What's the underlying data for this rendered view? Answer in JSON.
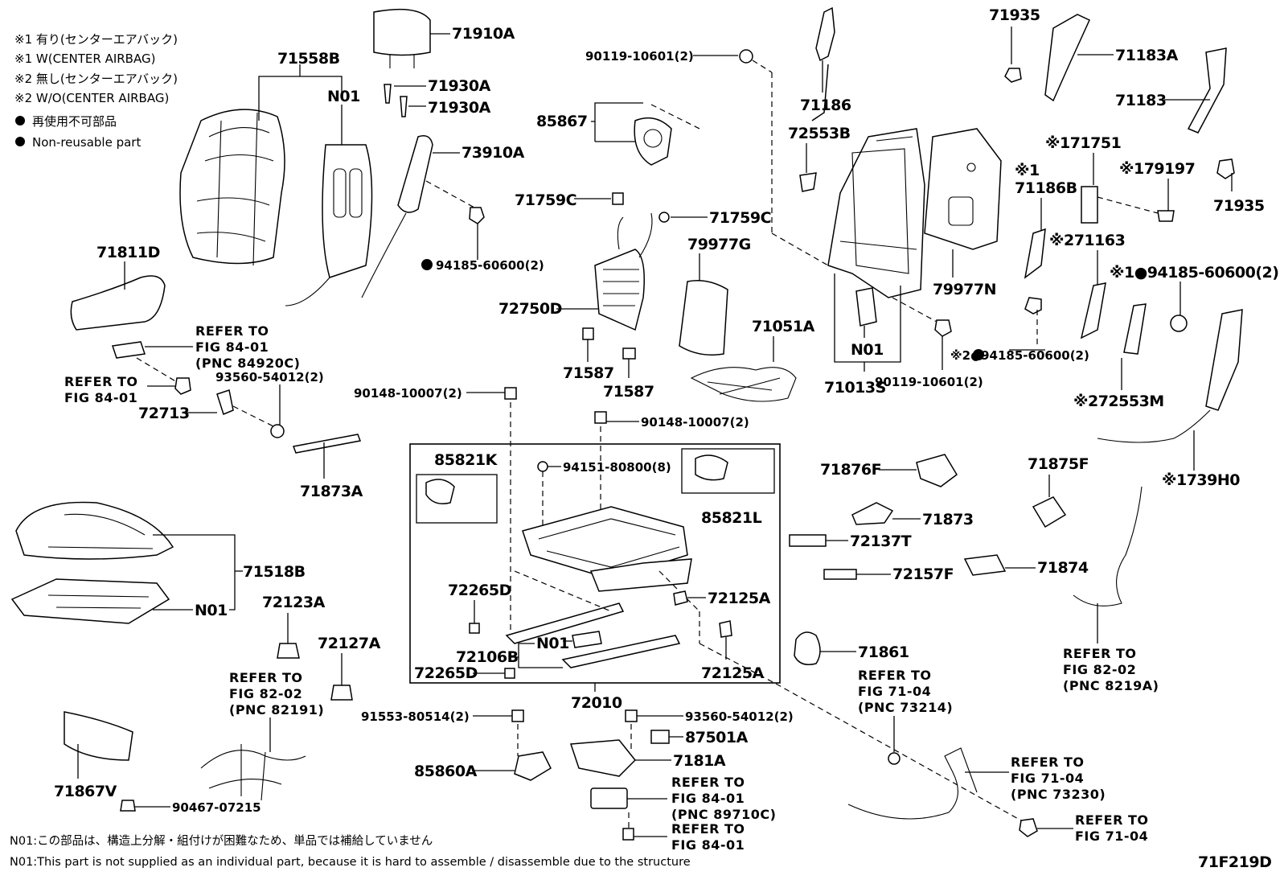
{
  "legend": {
    "line1": "※1 有り(センターエアバック)",
    "line2": "※1 W(CENTER AIRBAG)",
    "line3": "※2 無し(センターエアバック)",
    "line4": "※2 W/O(CENTER AIRBAG)",
    "line5": "再使用不可部品",
    "line6": "Non-reusable part"
  },
  "labels": {
    "p71558B": "71558B",
    "pN01a": "N01",
    "p71910A": "71910A",
    "p71930A_1": "71930A",
    "p71930A_2": "71930A",
    "p73910A": "73910A",
    "p94185_1": "94185-60600(2)",
    "p90119_top": "90119-10601(2)",
    "p85867": "85867",
    "p71759C_1": "71759C",
    "p71759C_2": "71759C",
    "p72750D": "72750D",
    "p71587_1": "71587",
    "p71587_2": "71587",
    "p79977G": "79977G",
    "p71051A": "71051A",
    "p71186": "71186",
    "p72553B": "72553B",
    "p79977N": "79977N",
    "pN01b": "N01",
    "p71013S": "71013S",
    "p90119_bot": "90119-10601(2)",
    "p94185_2": "※2●94185-60600(2)",
    "p71935_top": "71935",
    "p71183A": "71183A",
    "p71183": "71183",
    "p71935_right": "71935",
    "p71751": "※171751",
    "p79197": "※179197",
    "p71186B_pre": "※1",
    "p71186B": "71186B",
    "p71163": "※271163",
    "p94185_3": "※1●94185-60600(2)",
    "p72553M": "※272553M",
    "p739H0": "※1739H0",
    "p71811D": "71811D",
    "p72713": "72713",
    "p93560_top": "93560-54012(2)",
    "p71873A": "71873A",
    "p90148_1": "90148-10007(2)",
    "p90148_2": "90148-10007(2)",
    "p85821K": "85821K",
    "p94151": "94151-80800(8)",
    "p85821L": "85821L",
    "p72265D_1": "72265D",
    "p72106B": "72106B",
    "pN01c": "N01",
    "p72265D_2": "72265D",
    "p72125A_1": "72125A",
    "p72125A_2": "72125A",
    "p72010": "72010",
    "p71876F": "71876F",
    "p71873": "71873",
    "p72137T": "72137T",
    "p72157F": "72157F",
    "p71874": "71874",
    "p71875F": "71875F",
    "p71861": "71861",
    "p71518B": "71518B",
    "pN01d": "N01",
    "p72123A": "72123A",
    "p72127A": "72127A",
    "p71867V": "71867V",
    "p90467": "90467-07215",
    "p91553": "91553-80514(2)",
    "p85860A": "85860A",
    "p93560_bot": "93560-54012(2)",
    "p87501A": "87501A",
    "p7181A": "7181A"
  },
  "refs": {
    "r_84_01_a": [
      "REFER TO",
      "FIG 84-01",
      "(PNC 84920C)"
    ],
    "r_84_01_b": [
      "REFER TO",
      "FIG 84-01"
    ],
    "r_82_02_a": [
      "REFER TO",
      "FIG 82-02",
      "(PNC 82191)"
    ],
    "r_82_02_b": [
      "REFER TO",
      "FIG 82-02",
      "(PNC 8219A)"
    ],
    "r_71_04_a": [
      "REFER TO",
      "FIG 71-04",
      "(PNC 73214)"
    ],
    "r_71_04_b": [
      "REFER TO",
      "FIG 71-04",
      "(PNC 73230)"
    ],
    "r_71_04_c": [
      "REFER TO",
      "FIG 71-04"
    ],
    "r_84_01_c": [
      "REFER TO",
      "FIG 84-01",
      "(PNC 89710C)"
    ],
    "r_84_01_d": [
      "REFER TO",
      "FIG 84-01"
    ]
  },
  "notes": {
    "jp": "N01:この部品は、構造上分解・組付けが困難なため、単品では補給していません",
    "en": "N01:This part is not supplied as an individual part, because it is hard to assemble / disassemble due to the structure",
    "code": "71F219D"
  }
}
